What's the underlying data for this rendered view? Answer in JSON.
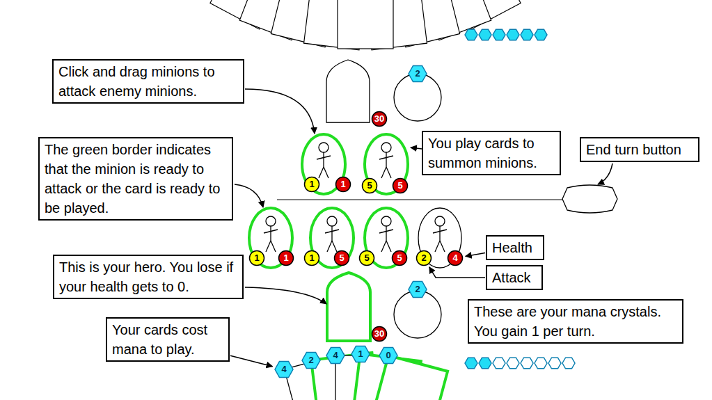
{
  "diagram": {
    "nodes": [
      {
        "text": [
          "Click and drag minions to attack enemy minions."
        ]
      },
      {
        "text": [
          "2"
        ]
      },
      {
        "text": [
          "30"
        ]
      },
      {
        "text": [
          "You play cards to summon minions."
        ]
      },
      {
        "text": [
          "End turn button"
        ]
      },
      {
        "text": [
          "The green border indicates that the minion is ready to attack or the card is ready to be played."
        ]
      },
      {
        "text": [
          "1"
        ]
      },
      {
        "text": [
          "1"
        ]
      },
      {
        "text": [
          "5"
        ]
      },
      {
        "text": [
          "5"
        ]
      },
      {
        "text": [
          "1"
        ]
      },
      {
        "text": [
          "1"
        ]
      },
      {
        "text": [
          "1"
        ]
      },
      {
        "text": [
          "5"
        ]
      },
      {
        "text": [
          "5"
        ]
      },
      {
        "text": [
          "5"
        ]
      },
      {
        "text": [
          "2"
        ]
      },
      {
        "text": [
          "4"
        ]
      },
      {
        "text": [
          "Health"
        ]
      },
      {
        "text": [
          "This is your hero. You lose if your health gets to 0."
        ]
      },
      {
        "text": [
          "Attack"
        ]
      },
      {
        "text": [
          "2"
        ]
      },
      {
        "text": [
          "These are your mana crystals. You gain 1 per turn."
        ]
      },
      {
        "text": [
          "Your cards cost mana to play."
        ]
      },
      {
        "text": [
          "30"
        ]
      },
      {
        "text": [
          "4"
        ]
      },
      {
        "text": [
          "2"
        ]
      },
      {
        "text": [
          "4"
        ]
      },
      {
        "text": [
          "1"
        ]
      },
      {
        "text": [
          "0"
        ]
      }
    ],
    "edges": [
      {
        "from": 18,
        "to": 17,
        "arrow": "to"
      },
      {
        "from": 20,
        "to": 16,
        "arrow": "to"
      },
      {
        "from": 23,
        "to": 25,
        "arrow": "to"
      }
    ]
  }
}
